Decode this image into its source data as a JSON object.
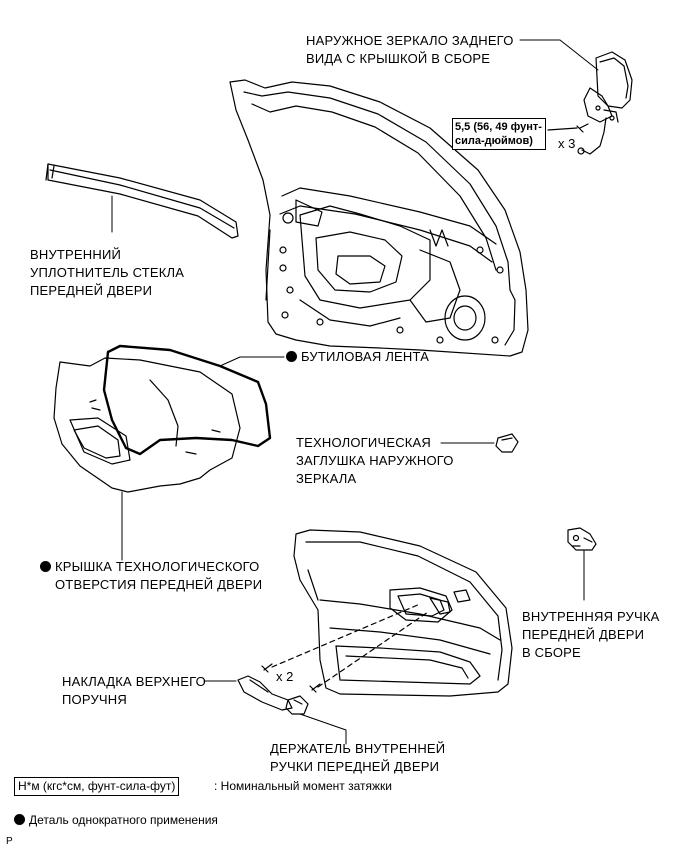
{
  "labels": {
    "mirror": [
      "НАРУЖНОЕ ЗЕРКАЛО ЗАДНЕГО",
      "ВИДА С КРЫШКОЙ В СБОРЕ"
    ],
    "weatherstrip": [
      "ВНУТРЕННИЙ",
      "УПЛОТНИТЕЛЬ СТЕКЛА",
      "ПЕРЕДНЕЙ ДВЕРИ"
    ],
    "butyl_tape": "БУТИЛОВАЯ ЛЕНТА",
    "mirror_plug": [
      "ТЕХНОЛОГИЧЕСКАЯ",
      "ЗАГЛУШКА НАРУЖНОГО",
      "ЗЕРКАЛА"
    ],
    "service_hole_cover": [
      "КРЫШКА ТЕХНОЛОГИЧЕСКОГО",
      "ОТВЕРСТИЯ ПЕРЕДНЕЙ ДВЕРИ"
    ],
    "inside_handle": [
      "ВНУТРЕННЯЯ РУЧКА",
      "ПЕРЕДНЕЙ ДВЕРИ",
      "В СБОРЕ"
    ],
    "armrest_cover": [
      "НАКЛАДКА ВЕРХНЕГО",
      "ПОРУЧНЯ"
    ],
    "handle_bezel": [
      "ДЕРЖАТЕЛЬ ВНУТРЕННЕЙ",
      "РУЧКИ ПЕРЕДНЕЙ ДВЕРИ"
    ]
  },
  "torque": [
    "5,5 (56, 49 фунт-",
    "сила-дюймов)"
  ],
  "multipliers": {
    "mirror_bolts": "x 3",
    "trim_screws": "x 2"
  },
  "legend": {
    "torque_units": "Н*м (кгс*см, фунт-сила-фут)",
    "torque_desc": ": Номинальный момент затяжки",
    "single_use": "Деталь однократного применения"
  },
  "corner_mark": "P",
  "icons": {
    "single_use_marker": "filled-circle"
  }
}
